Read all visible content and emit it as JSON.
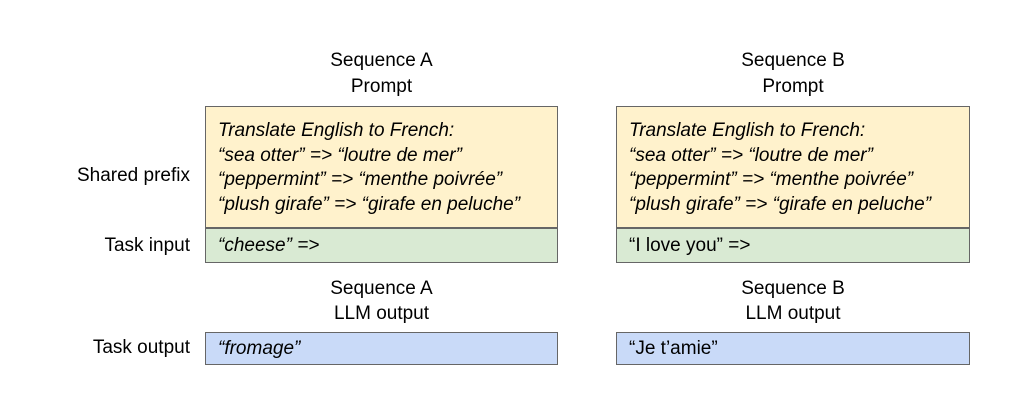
{
  "diagram": {
    "row_labels": {
      "shared_prefix": "Shared prefix",
      "task_input": "Task input",
      "task_output": "Task output"
    },
    "colors": {
      "prompt_bg": "#FFF2CC",
      "task_input_bg": "#D9EAD3",
      "task_output_bg": "#C9DAF8",
      "box_border": "#666666"
    },
    "sequences": [
      {
        "name": "Sequence A",
        "prompt_header": {
          "line1": "Sequence A",
          "line2": "Prompt"
        },
        "output_header": {
          "line1": "Sequence A",
          "line2": "LLM output"
        },
        "shared_prefix_lines": [
          "Translate English to French:",
          "“sea otter” => “loutre de mer”",
          "“peppermint” => “menthe poivrée”",
          "“plush girafe” => “girafe en peluche”"
        ],
        "task_input": "“cheese” =>",
        "task_output": "“fromage”"
      },
      {
        "name": "Sequence B",
        "prompt_header": {
          "line1": "Sequence B",
          "line2": "Prompt"
        },
        "output_header": {
          "line1": "Sequence B",
          "line2": "LLM output"
        },
        "shared_prefix_lines": [
          "Translate English to French:",
          "“sea otter” => “loutre de mer”",
          "“peppermint” => “menthe poivrée”",
          "“plush girafe” => “girafe en peluche”"
        ],
        "task_input": "“I love you” =>",
        "task_output": "“Je t’amie”"
      }
    ]
  }
}
